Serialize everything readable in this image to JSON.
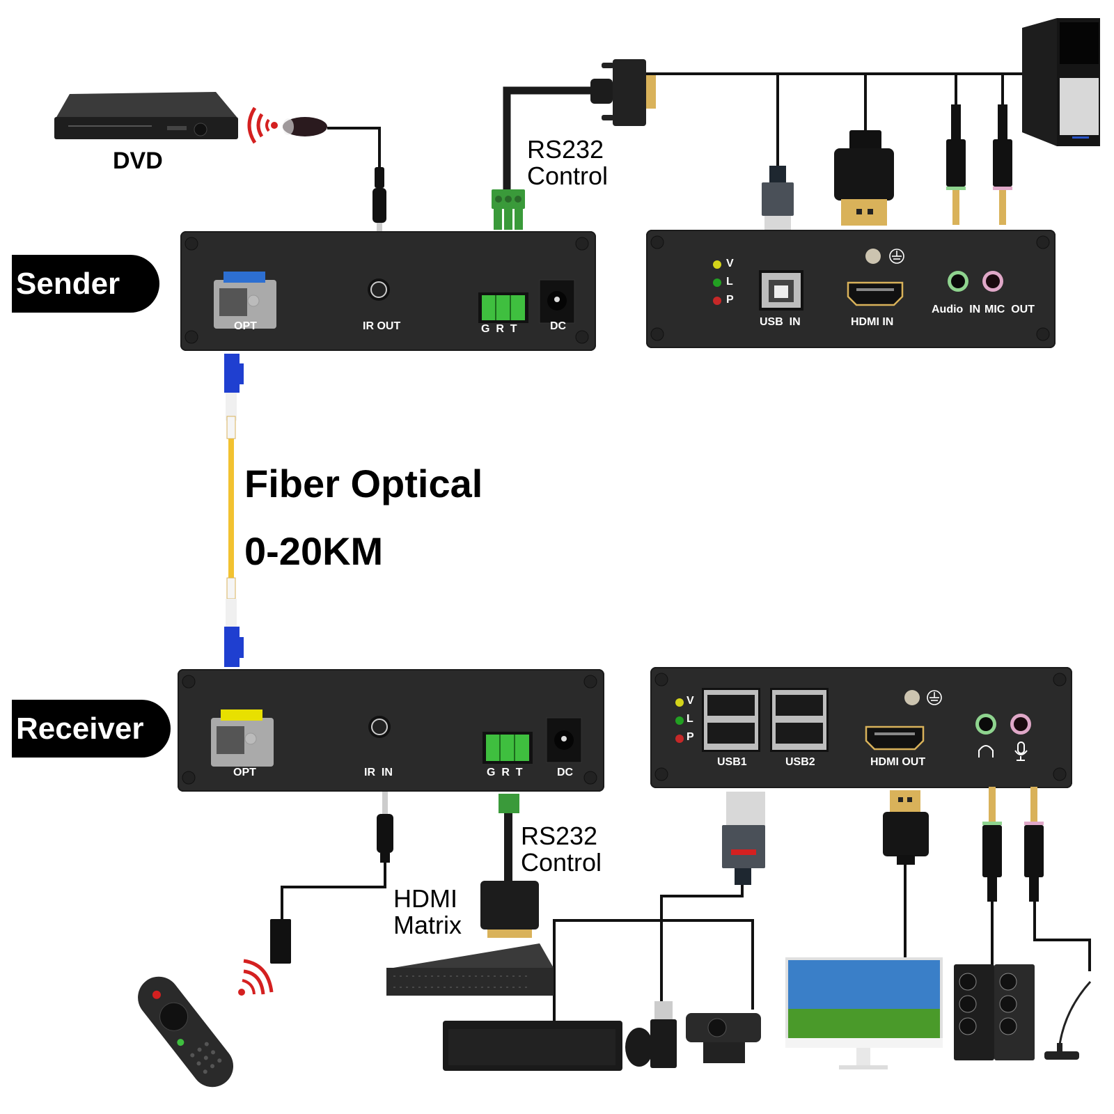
{
  "title_labels": {
    "sender": "Sender",
    "receiver": "Receiver",
    "dvd": "DVD",
    "fiber_title": "Fiber Optical",
    "fiber_distance": "0-20KM",
    "rs232_top_line1": "RS232",
    "rs232_top_line2": "Control",
    "rs232_bottom_line1": "RS232",
    "rs232_bottom_line2": "Control",
    "hdmi_matrix_line1": "HDMI",
    "hdmi_matrix_line2": "Matrix"
  },
  "sender_front": {
    "ports": [
      "OPT",
      "IR OUT",
      "G  R  T",
      "DC"
    ]
  },
  "sender_rear": {
    "leds": [
      {
        "label": "V",
        "color": "#d4d41a"
      },
      {
        "label": "L",
        "color": "#22a022"
      },
      {
        "label": "P",
        "color": "#c62828"
      }
    ],
    "ports": [
      "USB  IN",
      "HDMI IN",
      "Audio  IN",
      "MIC  OUT"
    ]
  },
  "receiver_front": {
    "ports": [
      "OPT",
      "IR  IN",
      "G  R  T",
      "DC"
    ]
  },
  "receiver_rear": {
    "leds": [
      {
        "label": "V",
        "color": "#d4d41a"
      },
      {
        "label": "L",
        "color": "#22a022"
      },
      {
        "label": "P",
        "color": "#c62828"
      }
    ],
    "ports": [
      "USB1",
      "USB2",
      "HDMI OUT"
    ],
    "audio_icons": [
      "headphones-icon",
      "microphone-icon"
    ]
  },
  "colors": {
    "panel": "#2a2a2a",
    "terminal_green": "#3fbf3f",
    "sfp_blue": "#2d6fd1",
    "sfp_yellow": "#e8e000",
    "fiber_yellow": "#f2c230",
    "lc_blue": "#1f3fd0",
    "audio_green": "#8fd48f",
    "audio_pink": "#e0a8c8",
    "ir_red": "#d42020",
    "hdmi_gold": "#d9b25a"
  }
}
